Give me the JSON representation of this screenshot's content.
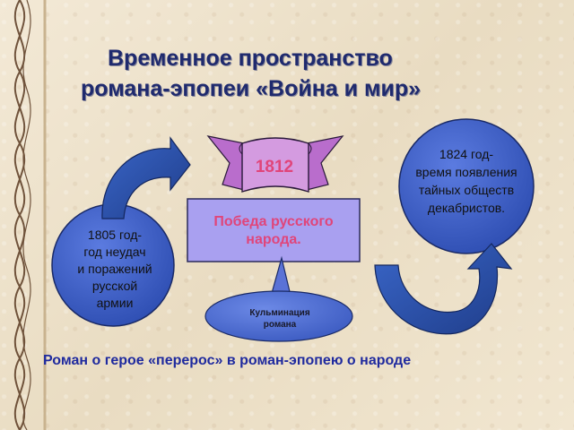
{
  "title": {
    "line1": "Временное пространство",
    "line2": "романа-эпопеи «Война и мир»"
  },
  "year_banner": {
    "label": "1812"
  },
  "event_1824": {
    "line1": "1824 год-",
    "line2": "время появления",
    "line3": "тайных обществ",
    "line4": "декабристов."
  },
  "event_1805": {
    "line1": "1805 год-",
    "line2": "год неудач",
    "line3": "и поражений",
    "line4": "русской",
    "line5": "армии"
  },
  "victory_box": {
    "line1": "Победа русского",
    "line2": "народа."
  },
  "climax": {
    "line1": "Кульминация",
    "line2": "романа"
  },
  "bottom_caption": "Роман о герое «перерос» в роман-эпопею о народе",
  "colors": {
    "title": "#1f2a6e",
    "circle_fill": "#3f5fc8",
    "victory_fill": "#a9a0f0",
    "banner_fill": "#c983d8",
    "accent_pink": "#e0457a",
    "arrow_fill": "#2a4ea6",
    "caption": "#1f2a9e"
  }
}
